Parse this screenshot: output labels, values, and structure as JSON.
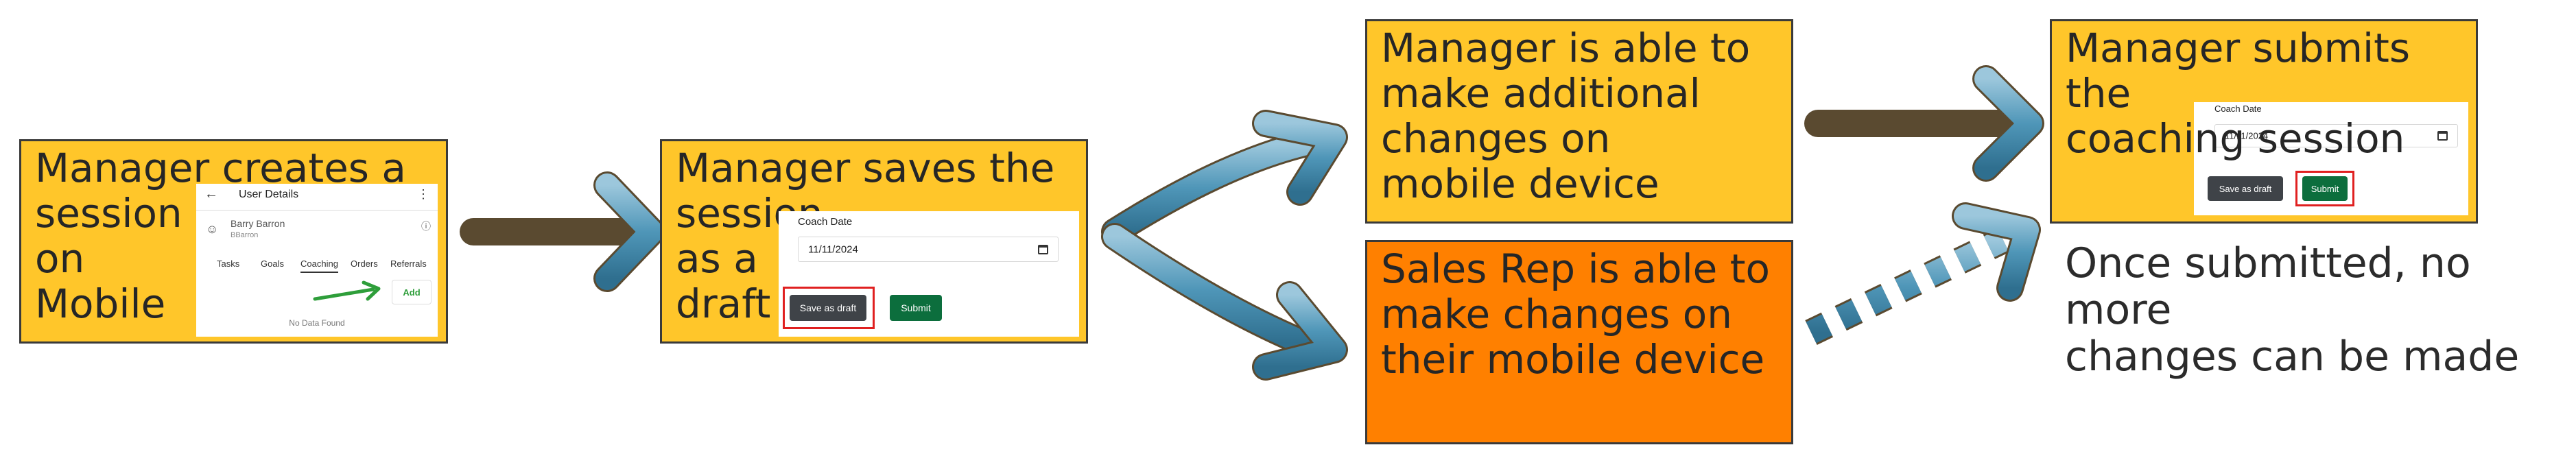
{
  "steps": {
    "create": "Manager creates a\nsession\non\nMobile",
    "save_draft": "Manager saves the\nsession\nas a\ndraft",
    "manager_changes": "Manager is able to\nmake additional\nchanges on\nmobile device",
    "rep_changes": "Sales Rep is able to\nmake changes on\ntheir mobile device",
    "submit": "Manager submits the\ncoaching session"
  },
  "caption": "Once submitted, no more\nchanges can be made",
  "user_details_screen": {
    "title": "User Details",
    "user_name": "Barry Barron",
    "username": "BBarron",
    "tabs": [
      "Tasks",
      "Goals",
      "Coaching",
      "Orders",
      "Referrals"
    ],
    "active_tab": "Coaching",
    "add_label": "Add",
    "empty_text": "No Data Found"
  },
  "coach_form": {
    "date_label": "Coach Date",
    "date_value": "11/11/2024",
    "draft_label": "Save as draft",
    "submit_label": "Submit"
  },
  "colors": {
    "box_yellow": "#ffc62a",
    "box_orange": "#ff8000",
    "arrow_blue": "#4f96b8",
    "submit_green": "#0c6e3d",
    "highlight_red": "#e02020",
    "add_green": "#2e9e3a"
  },
  "icons": [
    "back-arrow-icon",
    "more-vert-icon",
    "user-icon",
    "help-icon",
    "calendar-icon",
    "right-arrow-icon"
  ]
}
